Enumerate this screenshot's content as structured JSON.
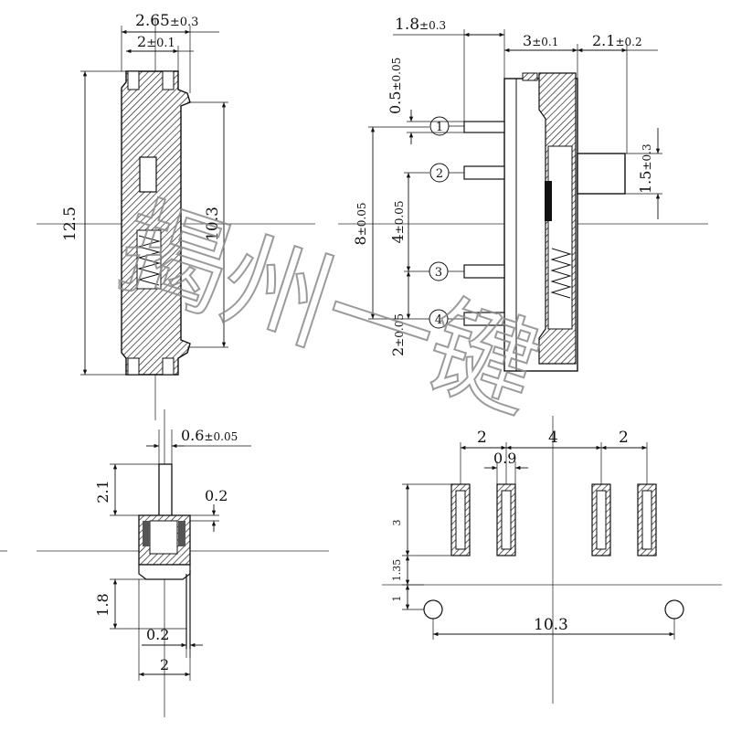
{
  "drawing": {
    "side_view": {
      "width_total": "2.65",
      "width_total_tol": "±0.3",
      "width_body": "2",
      "width_body_tol": "±0.1",
      "height_total": "12.5",
      "height_body": "10.3"
    },
    "front_view": {
      "pin_length": "1.8",
      "pin_length_tol": "±0.3",
      "body_depth": "3",
      "body_depth_tol": "±0.1",
      "actuator_length": "2.1",
      "actuator_length_tol": "±0.2",
      "pin_thickness": "0.5",
      "pin_thickness_tol": "±0.05",
      "actuator_width": "1.5",
      "actuator_width_tol": "±0.3",
      "span_outer": "8",
      "span_outer_tol": "±0.05",
      "span_mid": "4",
      "span_mid_tol": "±0.05",
      "span_pitch": "2",
      "span_pitch_tol": "±0.05",
      "pins": [
        "1",
        "2",
        "3",
        "4"
      ]
    },
    "end_view": {
      "actuator_thickness": "0.6",
      "actuator_thickness_tol": "±0.05",
      "actuator_height": "2.1",
      "gap": "0.2",
      "lead_length": "1.8",
      "lead_thickness": "0.2",
      "base_width": "2"
    },
    "pcb_layout": {
      "pitch_left": "2",
      "pitch_center": "4",
      "pitch_right": "2",
      "pad_width": "0.9",
      "pad_length": "3",
      "pad_to_hole": "1.35",
      "hole_offset": "1",
      "hole_spacing": "10.3"
    },
    "watermark": "揭州一键"
  }
}
